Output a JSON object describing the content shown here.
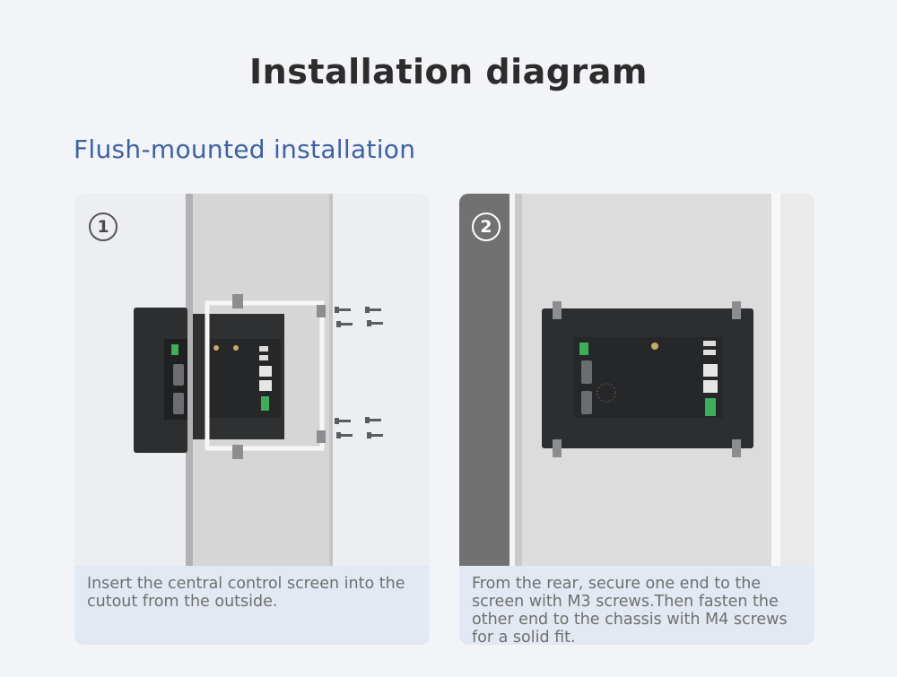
{
  "header": {
    "title": "Installation diagram"
  },
  "section": {
    "title": "Flush-mounted installation"
  },
  "steps": [
    {
      "badge": "1",
      "caption": "Insert the central control screen into the cutout from the outside."
    },
    {
      "badge": "2",
      "caption": "From the rear, secure one end to the screen with M3 screws.Then fasten the other end to the chassis with M4 screws for a solid fit."
    }
  ],
  "colors": {
    "section_title": "#3c62a2",
    "caption_bg": "#e3e9f2",
    "device_body": "#2d2e30"
  }
}
